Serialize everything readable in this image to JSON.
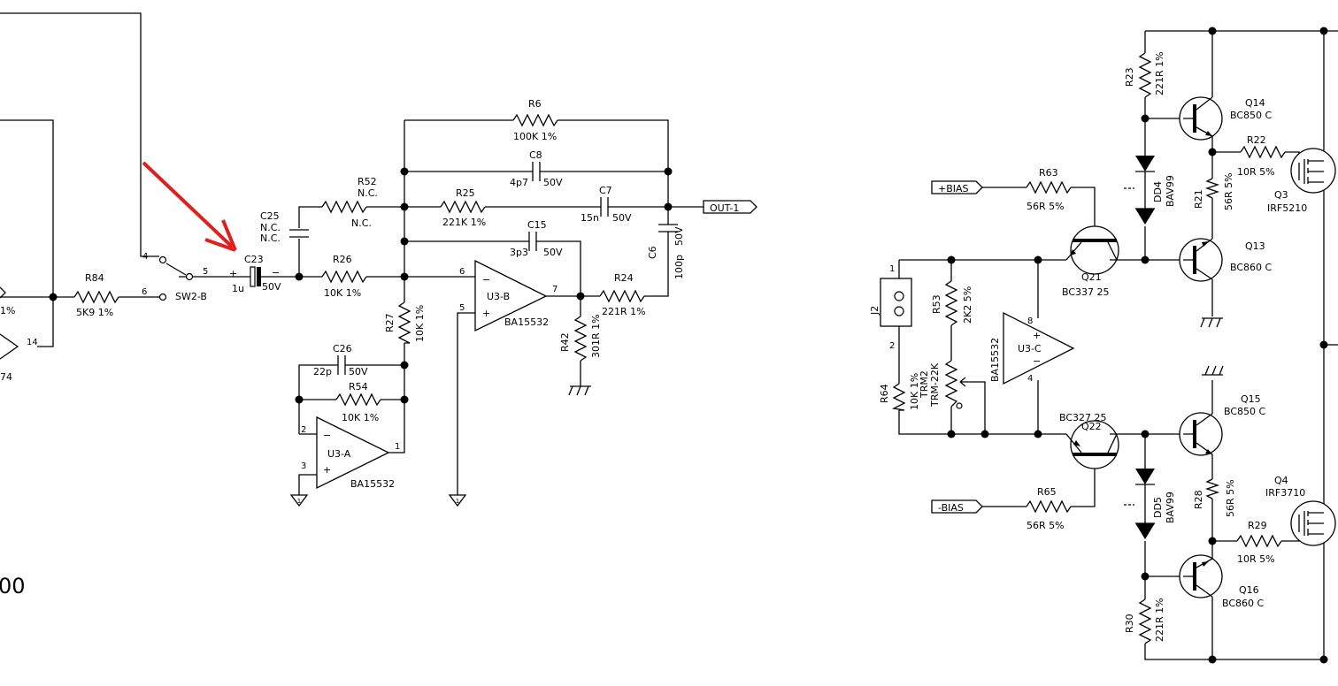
{
  "accent_color": "#e0201c",
  "arrow": {
    "description": "red-arrow-pointing-at-C23"
  },
  "components": {
    "R6": {
      "ref": "R6",
      "value": "100K 1%"
    },
    "C8": {
      "ref": "C8",
      "value": "4p7",
      "rating": "50V"
    },
    "R52": {
      "ref": "R52",
      "nc": "N.C.",
      "value": "N.C."
    },
    "R25": {
      "ref": "R25",
      "value": "221K 1%"
    },
    "C7": {
      "ref": "C7",
      "value": "15n",
      "rating": "50V"
    },
    "C25": {
      "ref": "C25",
      "nc1": "N.C.",
      "nc2": "N.C."
    },
    "C15": {
      "ref": "C15",
      "value": "3p3",
      "rating": "50V"
    },
    "C23": {
      "ref": "C23",
      "value": "1u",
      "rating": "50V",
      "plus": "+",
      "minus": "−"
    },
    "R26": {
      "ref": "R26",
      "value": "10K 1%"
    },
    "R84": {
      "ref": "R84",
      "value": "5K9 1%"
    },
    "SW2": {
      "ref": "SW2-B",
      "pin4": "4",
      "pin5": "5",
      "pin6": "6"
    },
    "U3B": {
      "ref": "U3-B",
      "part": "BA15532",
      "pin6": "6",
      "pin5": "5",
      "pin7": "7",
      "minus": "−",
      "plus": "+"
    },
    "C6": {
      "ref": "C6",
      "value": "100p",
      "rating": "50V"
    },
    "R24": {
      "ref": "R24",
      "value": "221R 1%"
    },
    "R42": {
      "ref": "R42",
      "value": "301R 1%"
    },
    "R27": {
      "ref": "R27",
      "value": "10K 1%"
    },
    "C26": {
      "ref": "C26",
      "value": "22p",
      "rating": "50V"
    },
    "R54": {
      "ref": "R54",
      "value": "10K 1%"
    },
    "U3A": {
      "ref": "U3-A",
      "part": "BA15532",
      "pin2": "2",
      "pin3": "3",
      "pin1": "1",
      "minus": "−",
      "plus": "+"
    },
    "OUT1": {
      "label": "OUT-1"
    },
    "left_edge": {
      "pin14": "14",
      "txt74": "74",
      "txt1pct": "1%",
      "txt00": "00"
    },
    "R23": {
      "ref": "R23",
      "value": "221R 1%"
    },
    "Q14": {
      "ref": "Q14",
      "value": "BC850 C"
    },
    "R22": {
      "ref": "R22",
      "value": "10R 5%"
    },
    "Q3": {
      "ref": "Q3",
      "value": "IRF5210"
    },
    "R21": {
      "ref": "R21",
      "value": "56R 5%"
    },
    "DD4": {
      "ref": "DD4",
      "value": "BAV99"
    },
    "PBIAS": {
      "label": "+BIAS"
    },
    "R63": {
      "ref": "R63",
      "value": "56R 5%"
    },
    "Q21": {
      "ref": "Q21",
      "value": "BC337 25"
    },
    "Q13": {
      "ref": "Q13",
      "value": "BC860 C"
    },
    "J2": {
      "ref": "J2",
      "pin1": "1",
      "pin2": "2"
    },
    "R53": {
      "ref": "R53",
      "value": "2K2 5%"
    },
    "U3C": {
      "ref": "U3-C",
      "part": "BA15532",
      "pin8": "8",
      "pin4": "4",
      "plus": "+",
      "minus": "−"
    },
    "TRM2": {
      "ref": "TRM2",
      "value": "TRM-22K"
    },
    "R64": {
      "ref": "R64",
      "value": "10K 1%"
    },
    "Q22": {
      "ref": "Q22",
      "value": "BC327 25"
    },
    "Q15": {
      "ref": "Q15",
      "value": "BC850 C"
    },
    "DD5": {
      "ref": "DD5",
      "value": "BAV99"
    },
    "NBIAS": {
      "label": "-BIAS"
    },
    "R65": {
      "ref": "R65",
      "value": "56R 5%"
    },
    "Q4": {
      "ref": "Q4",
      "value": "IRF3710"
    },
    "R28": {
      "ref": "R28",
      "value": "56R 5%"
    },
    "R29": {
      "ref": "R29",
      "value": "10R 5%"
    },
    "Q16": {
      "ref": "Q16",
      "value": "BC860 C"
    },
    "R30": {
      "ref": "R30",
      "value": "221R 1%"
    }
  }
}
